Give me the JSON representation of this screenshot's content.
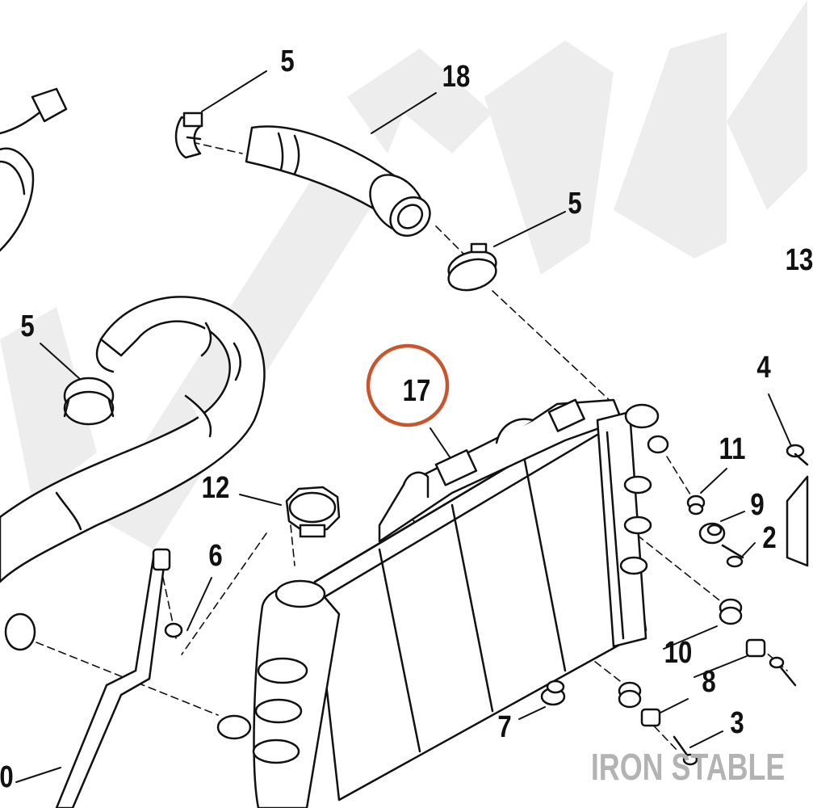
{
  "callouts": [
    {
      "label": "5"
    },
    {
      "label": "18"
    },
    {
      "label": "5"
    },
    {
      "label": "13"
    },
    {
      "label": "5"
    },
    {
      "label": "17"
    },
    {
      "label": "4"
    },
    {
      "label": "11"
    },
    {
      "label": "12"
    },
    {
      "label": "6"
    },
    {
      "label": "9"
    },
    {
      "label": "2"
    },
    {
      "label": "10"
    },
    {
      "label": "8"
    },
    {
      "label": "7"
    },
    {
      "label": "3"
    },
    {
      "label": "0"
    }
  ],
  "highlight": {
    "part": "17",
    "color": "#c8552b"
  },
  "watermark": {
    "brand": "IRON STABLE",
    "color": "#b3b3b3"
  }
}
